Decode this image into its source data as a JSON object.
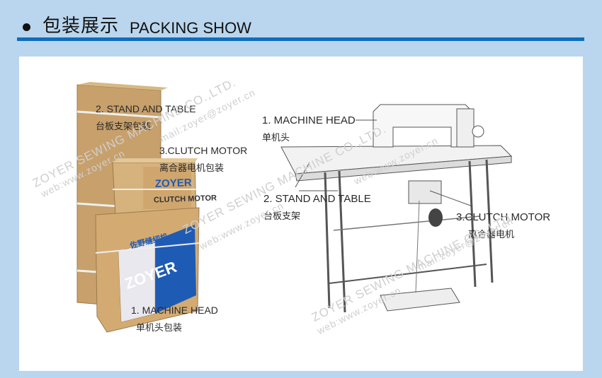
{
  "header": {
    "title_cn": "包装展示",
    "title_en": "PACKING SHOW"
  },
  "boxes_labels": {
    "stand": {
      "en": "2. STAND AND TABLE",
      "cn": "台板支架包装"
    },
    "motor": {
      "en": "3.CLUTCH MOTOR",
      "cn": "离合器电机包装"
    },
    "head": {
      "en": "1. MACHINE HEAD",
      "cn": "单机头包装"
    }
  },
  "machine_labels": {
    "head": {
      "en": "1. MACHINE HEAD",
      "cn": "单机头"
    },
    "stand": {
      "en": "2. STAND AND TABLE",
      "cn": "台板支架"
    },
    "motor": {
      "en": "3.CLUTCH MOTOR",
      "cn": "离合器电机"
    }
  },
  "watermarks": {
    "company": "ZOYER SEWING MACHINE CO.,LTD.",
    "web": "web:www.zoyer.cn",
    "mail": "mail:zoyer@zoyer.cn",
    "brand": "ZOYER"
  },
  "box_texts": {
    "motor_brand": "ZOYER",
    "motor_model": "CLUTCH MOTOR",
    "head_brand": "ZOYER",
    "head_cn": "佐野缝纫机"
  },
  "colors": {
    "background": "#b9d6ee",
    "rule": "#0f6dbb",
    "cardboard": "#c9a06a",
    "box_blue": "#1e5bb5"
  }
}
